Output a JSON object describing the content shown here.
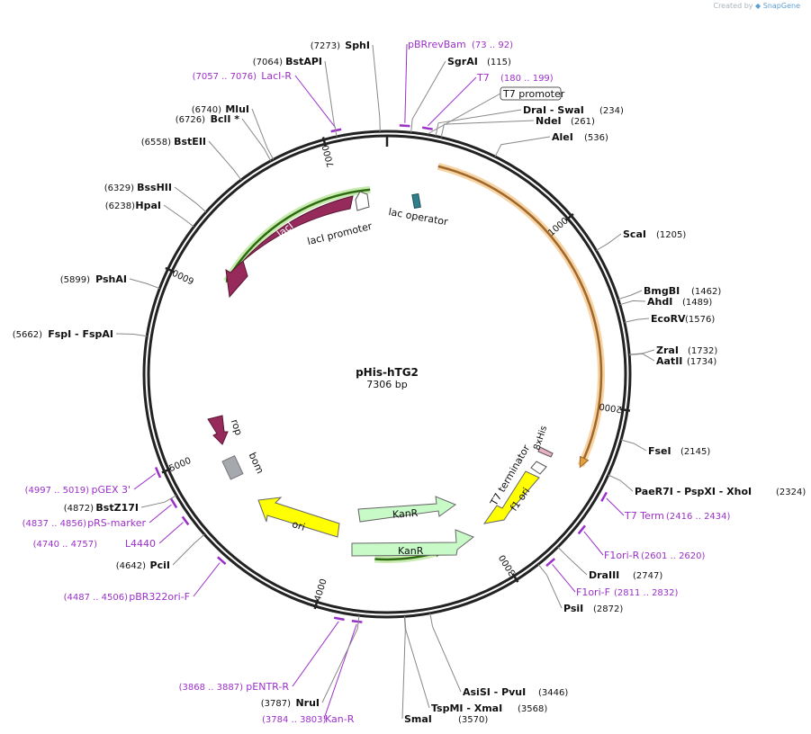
{
  "credit": {
    "prefix": "Created by",
    "brand": "SnapGene"
  },
  "plasmid": {
    "name": "pHis-hTG2",
    "size_label": "7306 bp",
    "length": 7306
  },
  "colors": {
    "enzyme": "#000000",
    "primer": "#9b30c8",
    "backbone": "#222222",
    "orange": "#e8a13a",
    "green": "#7ac943",
    "maroon": "#962b5b",
    "yellow": "#ffff00",
    "mint": "#c8fac8",
    "gray": "#a5a9ae",
    "teal": "#2f7f8c"
  },
  "ticks": [
    {
      "pos": 1000,
      "label": "1000"
    },
    {
      "pos": 2000,
      "label": "2000"
    },
    {
      "pos": 3000,
      "label": "3000"
    },
    {
      "pos": 4000,
      "label": "4000"
    },
    {
      "pos": 5000,
      "label": "5000"
    },
    {
      "pos": 6000,
      "label": "6000"
    },
    {
      "pos": 7000,
      "label": "7000"
    }
  ],
  "enzymes": [
    {
      "pos": 7273,
      "name": "SphI",
      "coord": "(7273)"
    },
    {
      "pos": 7064,
      "name": "BstAPI",
      "coord": "(7064)"
    },
    {
      "pos": 6740,
      "name": "MluI",
      "coord": "(6740)"
    },
    {
      "pos": 6726,
      "name": "BclI *",
      "coord": "(6726)"
    },
    {
      "pos": 6558,
      "name": "BstEII",
      "coord": "(6558)"
    },
    {
      "pos": 6329,
      "name": "BssHII",
      "coord": "(6329)"
    },
    {
      "pos": 6238,
      "name": "HpaI",
      "coord": "(6238)"
    },
    {
      "pos": 5899,
      "name": "PshAI",
      "coord": "(5899)"
    },
    {
      "pos": 5662,
      "name": "FspI  - FspAI",
      "coord": "(5662)"
    },
    {
      "pos": 115,
      "name": "SgrAI",
      "coord": "(115)"
    },
    {
      "pos": 234,
      "name": "DraI  - SwaI",
      "coord": "(234)"
    },
    {
      "pos": 261,
      "name": "NdeI",
      "coord": "(261)"
    },
    {
      "pos": 536,
      "name": "AleI",
      "coord": "(536)"
    },
    {
      "pos": 1205,
      "name": "ScaI",
      "coord": "(1205)"
    },
    {
      "pos": 1462,
      "name": "BmgBI",
      "coord": "(1462)"
    },
    {
      "pos": 1489,
      "name": "AhdI",
      "coord": "(1489)"
    },
    {
      "pos": 1576,
      "name": "EcoRV",
      "coord": "(1576)"
    },
    {
      "pos": 1732,
      "name": "ZraI",
      "coord": "(1732)"
    },
    {
      "pos": 1734,
      "name": "AatII",
      "coord": "(1734)"
    },
    {
      "pos": 2145,
      "name": "FseI",
      "coord": "(2145)"
    },
    {
      "pos": 2324,
      "name": "PaeR7I  - PspXI  - XhoI",
      "coord": "(2324)"
    },
    {
      "pos": 2747,
      "name": "DraIII",
      "coord": "(2747)"
    },
    {
      "pos": 2872,
      "name": "PsiI",
      "coord": "(2872)"
    },
    {
      "pos": 3446,
      "name": "AsiSI  - PvuI",
      "coord": "(3446)"
    },
    {
      "pos": 3568,
      "name": "TspMI  - XmaI",
      "coord": "(3568)"
    },
    {
      "pos": 3570,
      "name": "SmaI",
      "coord": "(3570)"
    },
    {
      "pos": 3787,
      "name": "NruI",
      "coord": "(3787)"
    },
    {
      "pos": 4642,
      "name": "PciI",
      "coord": "(4642)"
    },
    {
      "pos": 4872,
      "name": "BstZ17I",
      "coord": "(4872)"
    }
  ],
  "primers": [
    {
      "start": 73,
      "end": 92,
      "name": "pBRrevBam",
      "range": "(73 .. 92)"
    },
    {
      "start": 7057,
      "end": 7076,
      "name": "LacI-R",
      "range": "(7057 .. 7076)"
    },
    {
      "start": 180,
      "end": 199,
      "name": "T7",
      "range": "(180 .. 199)"
    },
    {
      "start": 2416,
      "end": 2434,
      "name": "T7 Term",
      "range": "(2416 .. 2434)"
    },
    {
      "start": 2601,
      "end": 2620,
      "name": "F1ori-R",
      "range": "(2601 .. 2620)"
    },
    {
      "start": 2811,
      "end": 2832,
      "name": "F1ori-F",
      "range": "(2811 .. 2832)"
    },
    {
      "start": 3868,
      "end": 3887,
      "name": "pENTR-R",
      "range": "(3868 .. 3887)"
    },
    {
      "start": 3784,
      "end": 3803,
      "name": "Kan-R",
      "range": "(3784 .. 3803)"
    },
    {
      "start": 4997,
      "end": 5019,
      "name": "pGEX 3'",
      "range": "(4997 .. 5019)"
    },
    {
      "start": 4837,
      "end": 4856,
      "name": "pRS-marker",
      "range": "(4837 .. 4856)"
    },
    {
      "start": 4740,
      "end": 4757,
      "name": "L4440",
      "range": "(4740 .. 4757)"
    },
    {
      "start": 4487,
      "end": 4506,
      "name": "pBR322ori-F",
      "range": "(4487 .. 4506)"
    }
  ],
  "boxed_features": [
    {
      "pos": 180,
      "name": "T7 promoter"
    }
  ],
  "features": [
    {
      "name": "",
      "type": "arc",
      "color": "orange",
      "strand": 1,
      "start": 280,
      "end": 2340
    },
    {
      "name": "",
      "type": "arc",
      "color": "green",
      "strand": 1,
      "start": 3730,
      "end": 3300
    },
    {
      "name": "",
      "type": "arc",
      "color": "green",
      "strand": -1,
      "start": 7200,
      "end": 6090
    },
    {
      "name": "lacI",
      "type": "arrow",
      "color": "maroon"
    },
    {
      "name": "lacI promoter",
      "type": "arrow",
      "color": "white"
    },
    {
      "name": "lac operator",
      "type": "box",
      "color": "teal"
    },
    {
      "name": "rop",
      "type": "arrow",
      "color": "maroon"
    },
    {
      "name": "bom",
      "type": "box",
      "color": "gray"
    },
    {
      "name": "ori",
      "type": "arrow",
      "color": "yellow"
    },
    {
      "name": "KanR",
      "type": "arrow",
      "color": "mint"
    },
    {
      "name": "KanR",
      "type": "arrow",
      "color": "mint"
    },
    {
      "name": "f1 ori",
      "type": "arrow",
      "color": "yellow"
    },
    {
      "name": "T7 terminator",
      "type": "arrow",
      "color": "white"
    },
    {
      "name": "8xHis",
      "type": "arrow",
      "color": "pink"
    }
  ]
}
